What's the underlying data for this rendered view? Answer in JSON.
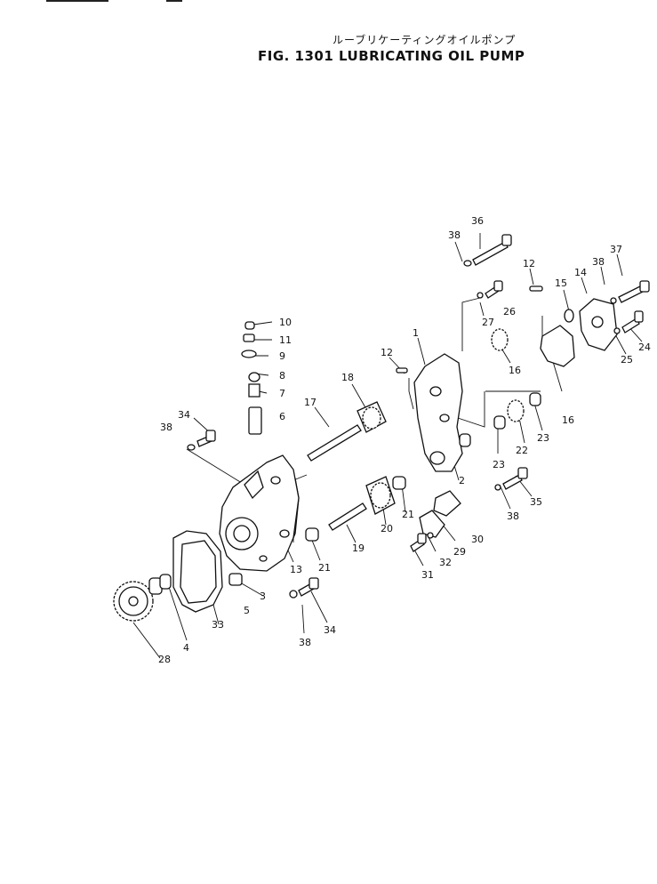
{
  "title_jp": "ルーブリケーティングオイルポンプ",
  "title_en": "FIG. 1301  LUBRICATING OIL PUMP",
  "callouts": {
    "c1": "1",
    "c2": "2",
    "c3": "3",
    "c4": "4",
    "c5": "5",
    "c6": "6",
    "c7": "7",
    "c8": "8",
    "c9": "9",
    "c10": "10",
    "c11": "11",
    "c12a": "12",
    "c12b": "12",
    "c13": "13",
    "c14": "14",
    "c15": "15",
    "c16a": "16",
    "c16b": "16",
    "c17": "17",
    "c18": "18",
    "c19": "19",
    "c20": "20",
    "c21a": "21",
    "c21b": "21",
    "c22": "22",
    "c23a": "23",
    "c23b": "23",
    "c24": "24",
    "c25": "25",
    "c26": "26",
    "c27": "27",
    "c28": "28",
    "c29": "29",
    "c30": "30",
    "c31": "31",
    "c32": "32",
    "c33": "33",
    "c34a": "34",
    "c34b": "34",
    "c35": "35",
    "c36": "36",
    "c37": "37",
    "c38a": "38",
    "c38b": "38",
    "c38c": "38",
    "c38d": "38",
    "c38e": "38"
  }
}
